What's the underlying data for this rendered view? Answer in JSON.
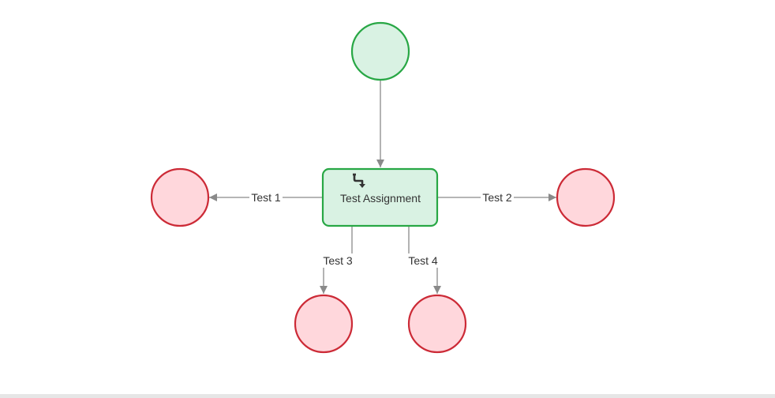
{
  "colors": {
    "start_fill": "#d9f2e3",
    "start_stroke": "#28a745",
    "end_fill": "#ffd7dc",
    "end_stroke": "#cc2a36",
    "task_fill": "#d9f2e3",
    "task_stroke": "#28a745",
    "edge": "#8a8a8a",
    "text": "#333333"
  },
  "nodes": {
    "start_event": {
      "label": ""
    },
    "task": {
      "label": "Test Assignment",
      "icon": "business-rule-icon"
    },
    "end_left": {
      "label": ""
    },
    "end_right": {
      "label": ""
    },
    "end_bottom_left": {
      "label": ""
    },
    "end_bottom_right": {
      "label": ""
    }
  },
  "flows": {
    "start_to_task": {
      "label": ""
    },
    "test_1": {
      "label": "Test 1"
    },
    "test_2": {
      "label": "Test 2"
    },
    "test_3": {
      "label": "Test 3"
    },
    "test_4": {
      "label": "Test 4"
    }
  }
}
